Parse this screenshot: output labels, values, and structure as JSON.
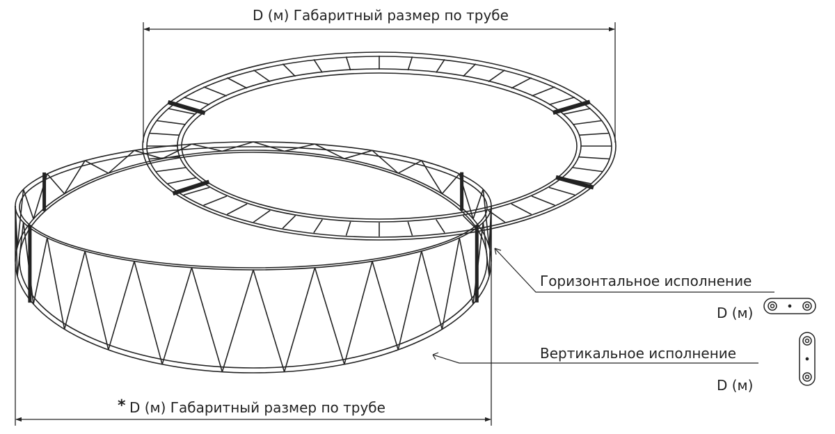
{
  "labels": {
    "top_dimension": "D (м)  Габаритный размер по трубе",
    "bottom_star": "*",
    "bottom_dimension": "D (м)  Габаритный размер по трубе",
    "horizontal_title": "Горизонтальное исполнение",
    "horizontal_d": "D (м)",
    "vertical_title": "Вертикальное исполнение",
    "vertical_d": "D (м)"
  },
  "colors": {
    "line": "#222222",
    "background": "#ffffff"
  }
}
